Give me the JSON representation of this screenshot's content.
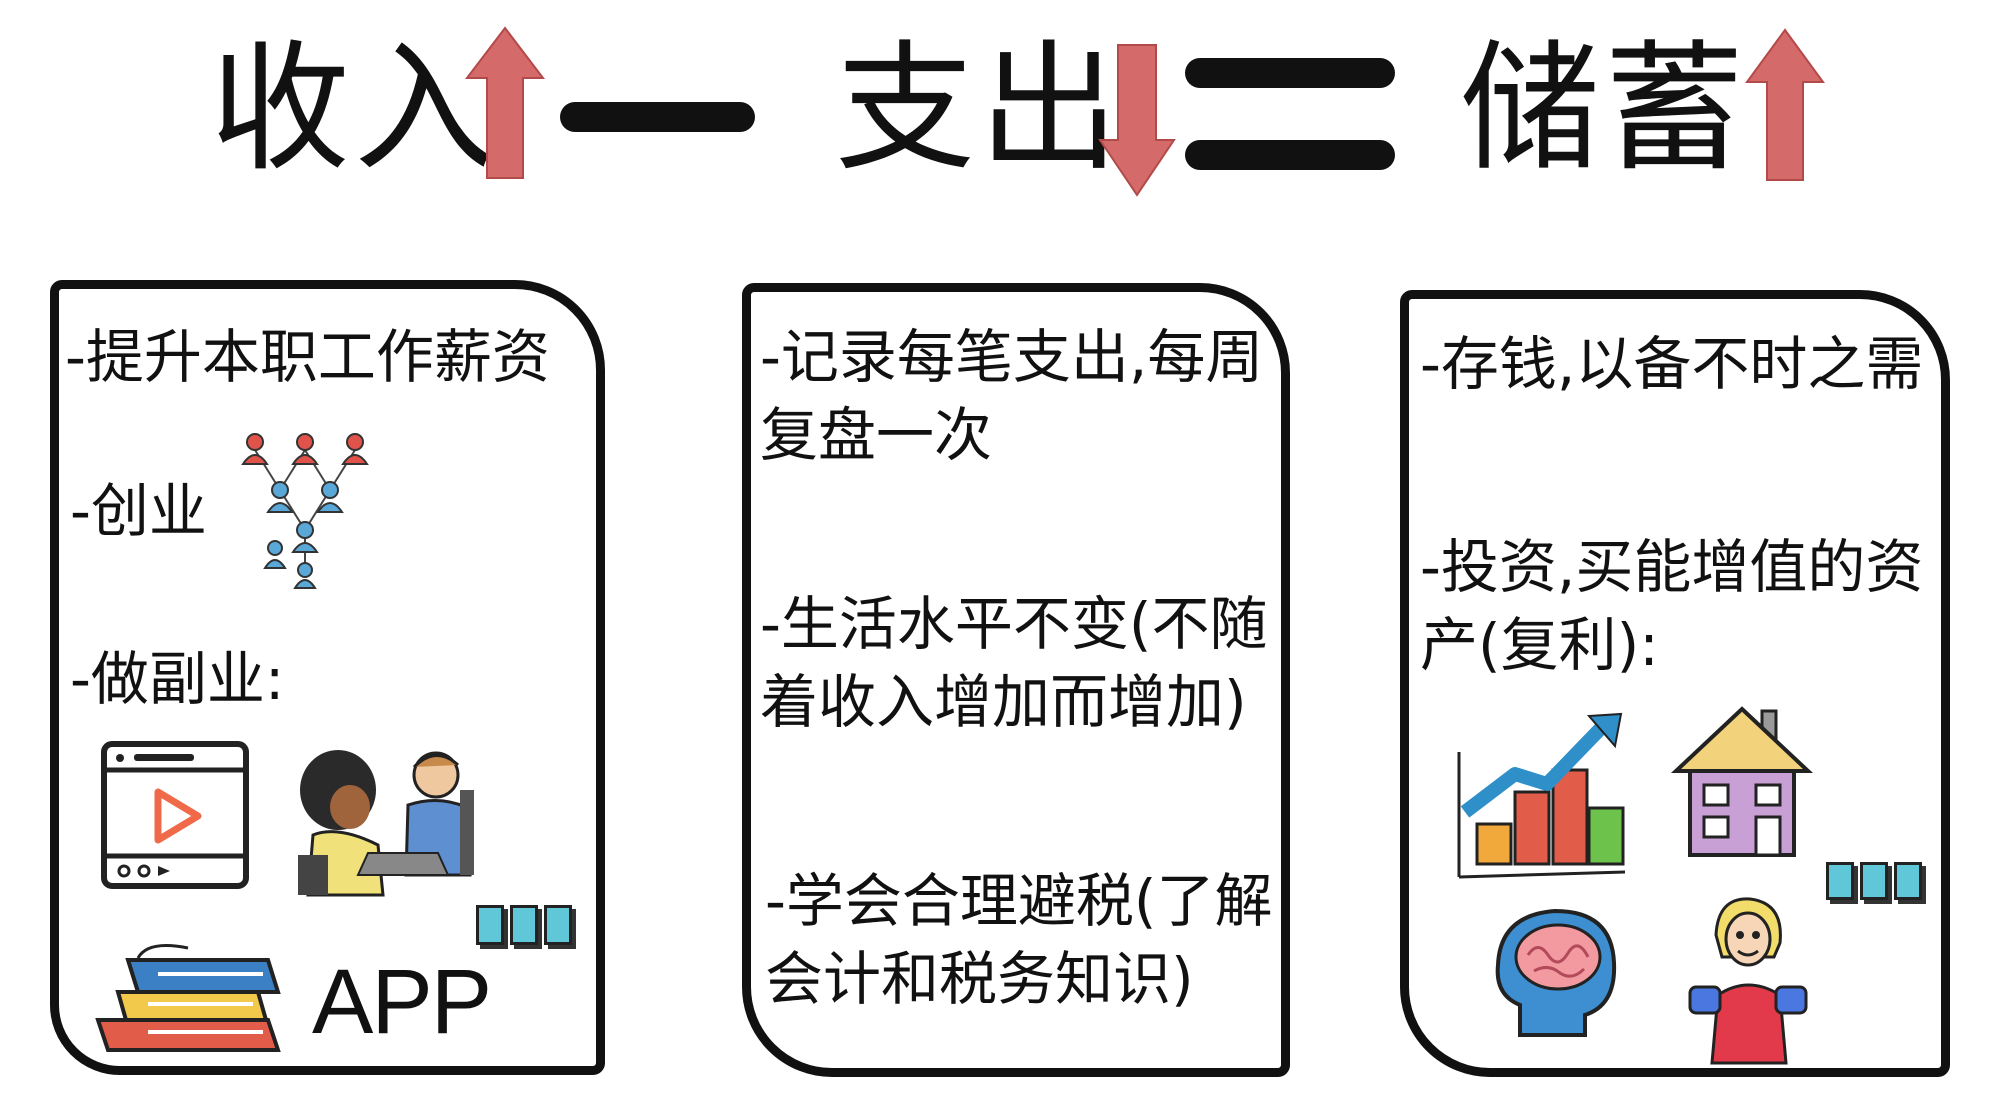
{
  "formula": {
    "income": "收入",
    "minus": "—",
    "expense": "支出",
    "equals": "=",
    "savings": "储蓄",
    "arrow_color": "#d46a6a"
  },
  "income_panel": {
    "items": [
      "-提升本职工作薪资",
      "-创业",
      "-做副业:"
    ],
    "app_label": "APP",
    "ellipsis": "..."
  },
  "expense_panel": {
    "items": [
      "-记录每笔支出,每周复盘一次",
      "-生活水平不变(不随着收入增加而增加)",
      "-学会合理避税(了解会计和税务知识)"
    ]
  },
  "savings_panel": {
    "items": [
      "-存钱,以备不时之需",
      "-投资,买能增值的资产(复利):"
    ],
    "ellipsis": "..."
  }
}
